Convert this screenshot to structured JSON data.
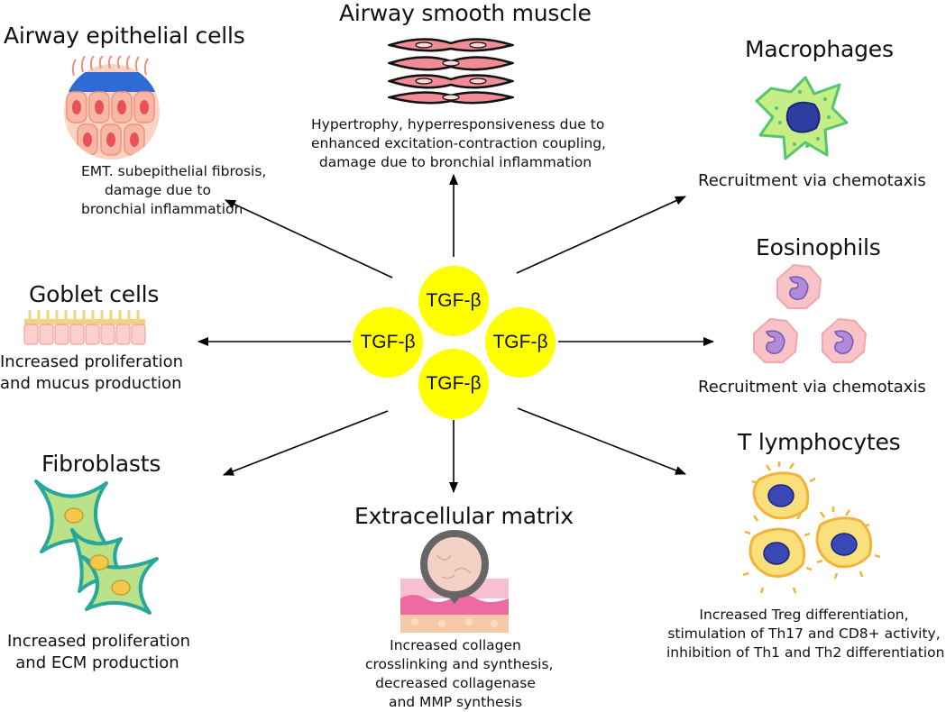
{
  "center_label": "TGF-β",
  "nodes": {
    "epithelial": {
      "title": "Airway epithelial cells",
      "desc": [
        "EMT. subepithelial fibrosis,",
        "damage due to",
        "bronchial inflammation"
      ]
    },
    "smooth_muscle": {
      "title": "Airway smooth muscle",
      "desc": [
        "Hypertrophy, hyperresponsiveness due to",
        "enhanced excitation-contraction coupling,",
        "damage due to bronchial inflammation"
      ]
    },
    "macrophages": {
      "title": "Macrophages",
      "desc": [
        "Recruitment via chemotaxis"
      ]
    },
    "goblet": {
      "title": "Goblet cells",
      "desc": [
        "Increased proliferation",
        "and mucus production"
      ]
    },
    "eosinophils": {
      "title": "Eosinophils",
      "desc": [
        "Recruitment via chemotaxis"
      ]
    },
    "fibroblasts": {
      "title": "Fibroblasts",
      "desc": [
        "Increased proliferation",
        "and ECM production"
      ]
    },
    "ecm": {
      "title": "Extracellular matrix",
      "desc": [
        "Increased collagen",
        "crosslinking and synthesis,",
        "decreased collagenase",
        "and MMP synthesis"
      ]
    },
    "t_lymphocytes": {
      "title": "T lymphocytes",
      "desc": [
        "Increased Treg differentiation,",
        "stimulation of Th17 and CD8+ activity,",
        "inhibition of Th1 and Th2 differentiation"
      ]
    }
  },
  "colors": {
    "center": "#ffff00",
    "arrow": "#000000"
  }
}
